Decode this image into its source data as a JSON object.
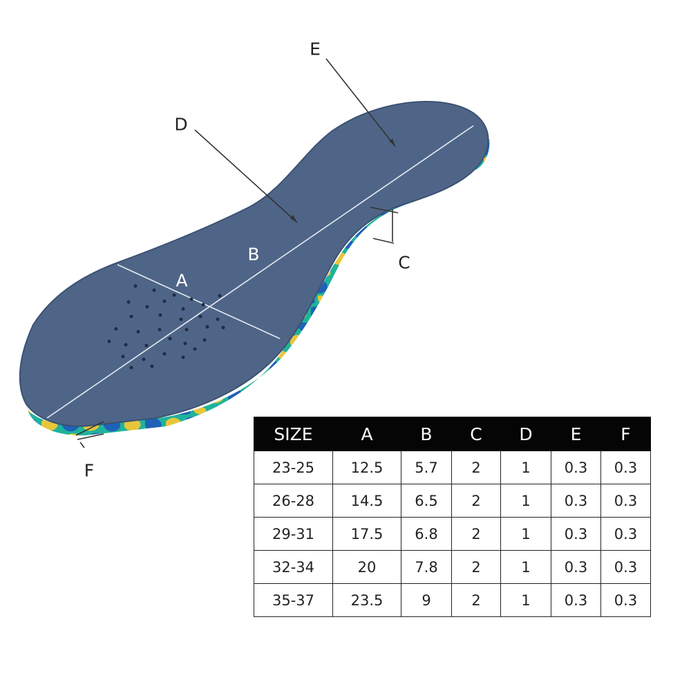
{
  "callouts": {
    "a": "A",
    "b": "B",
    "c": "C",
    "d": "D",
    "e": "E",
    "f": "F"
  },
  "table": {
    "headers": [
      "SIZE",
      "A",
      "B",
      "C",
      "D",
      "E",
      "F"
    ],
    "rows": [
      [
        "23-25",
        "12.5",
        "5.7",
        "2",
        "1",
        "0.3",
        "0.3"
      ],
      [
        "26-28",
        "14.5",
        "6.5",
        "2",
        "1",
        "0.3",
        "0.3"
      ],
      [
        "29-31",
        "17.5",
        "6.8",
        "2",
        "1",
        "0.3",
        "0.3"
      ],
      [
        "32-34",
        "20",
        "7.8",
        "2",
        "1",
        "0.3",
        "0.3"
      ],
      [
        "35-37",
        "23.5",
        "9",
        "2",
        "1",
        "0.3",
        "0.3"
      ]
    ]
  },
  "colors": {
    "insole_top": "#4f6588",
    "insole_edge": "#2f4f7c",
    "camo_teal": "#1fb39b",
    "camo_yellow": "#e8c63a",
    "camo_blue": "#1d62b8",
    "table_header_bg": "#050505"
  }
}
